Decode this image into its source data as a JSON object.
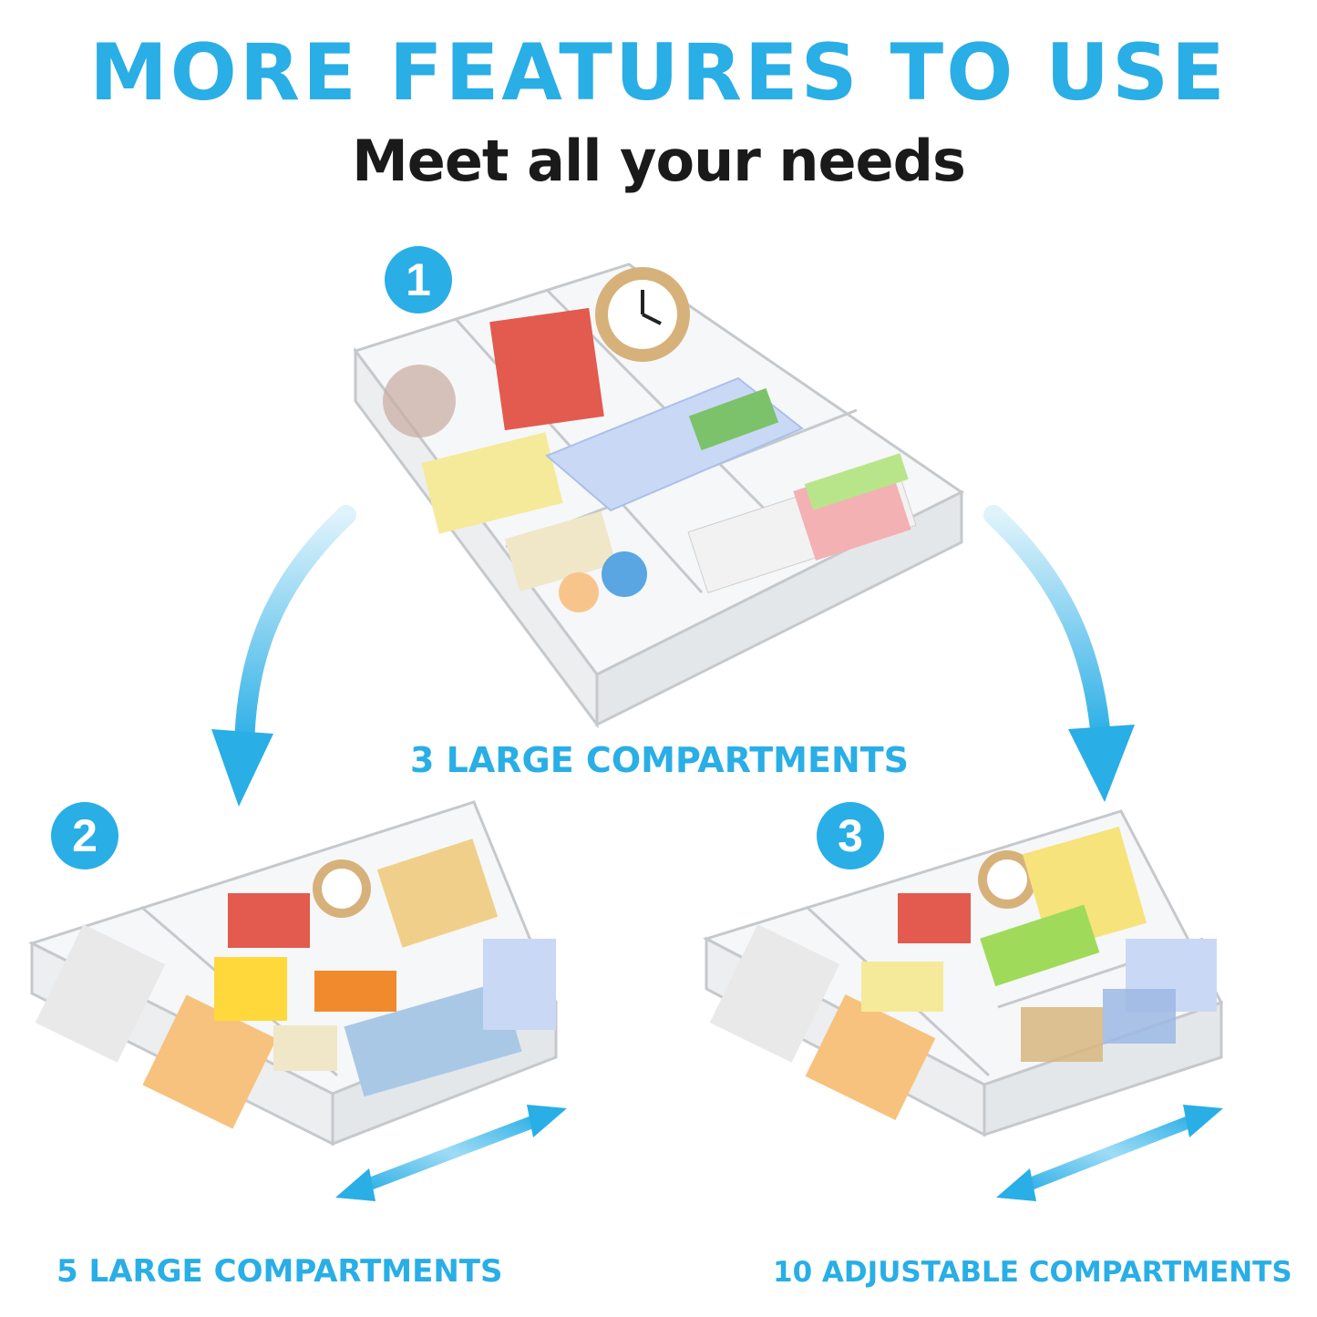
{
  "header": {
    "title": "MORE FEATURES TO USE",
    "subtitle": "Meet all your needs"
  },
  "configurations": [
    {
      "number": "1",
      "caption": "3 LARGE COMPARTMENTS"
    },
    {
      "number": "2",
      "caption": "5 LARGE COMPARTMENTS"
    },
    {
      "number": "3",
      "caption": "10 ADJUSTABLE COMPARTMENTS"
    }
  ],
  "colors": {
    "accent": "#29aee6",
    "heading_dark": "#1a1a1a"
  },
  "icons": [
    "curved-arrow-icon",
    "double-arrow-icon",
    "clock-icon",
    "calculator-icon"
  ]
}
